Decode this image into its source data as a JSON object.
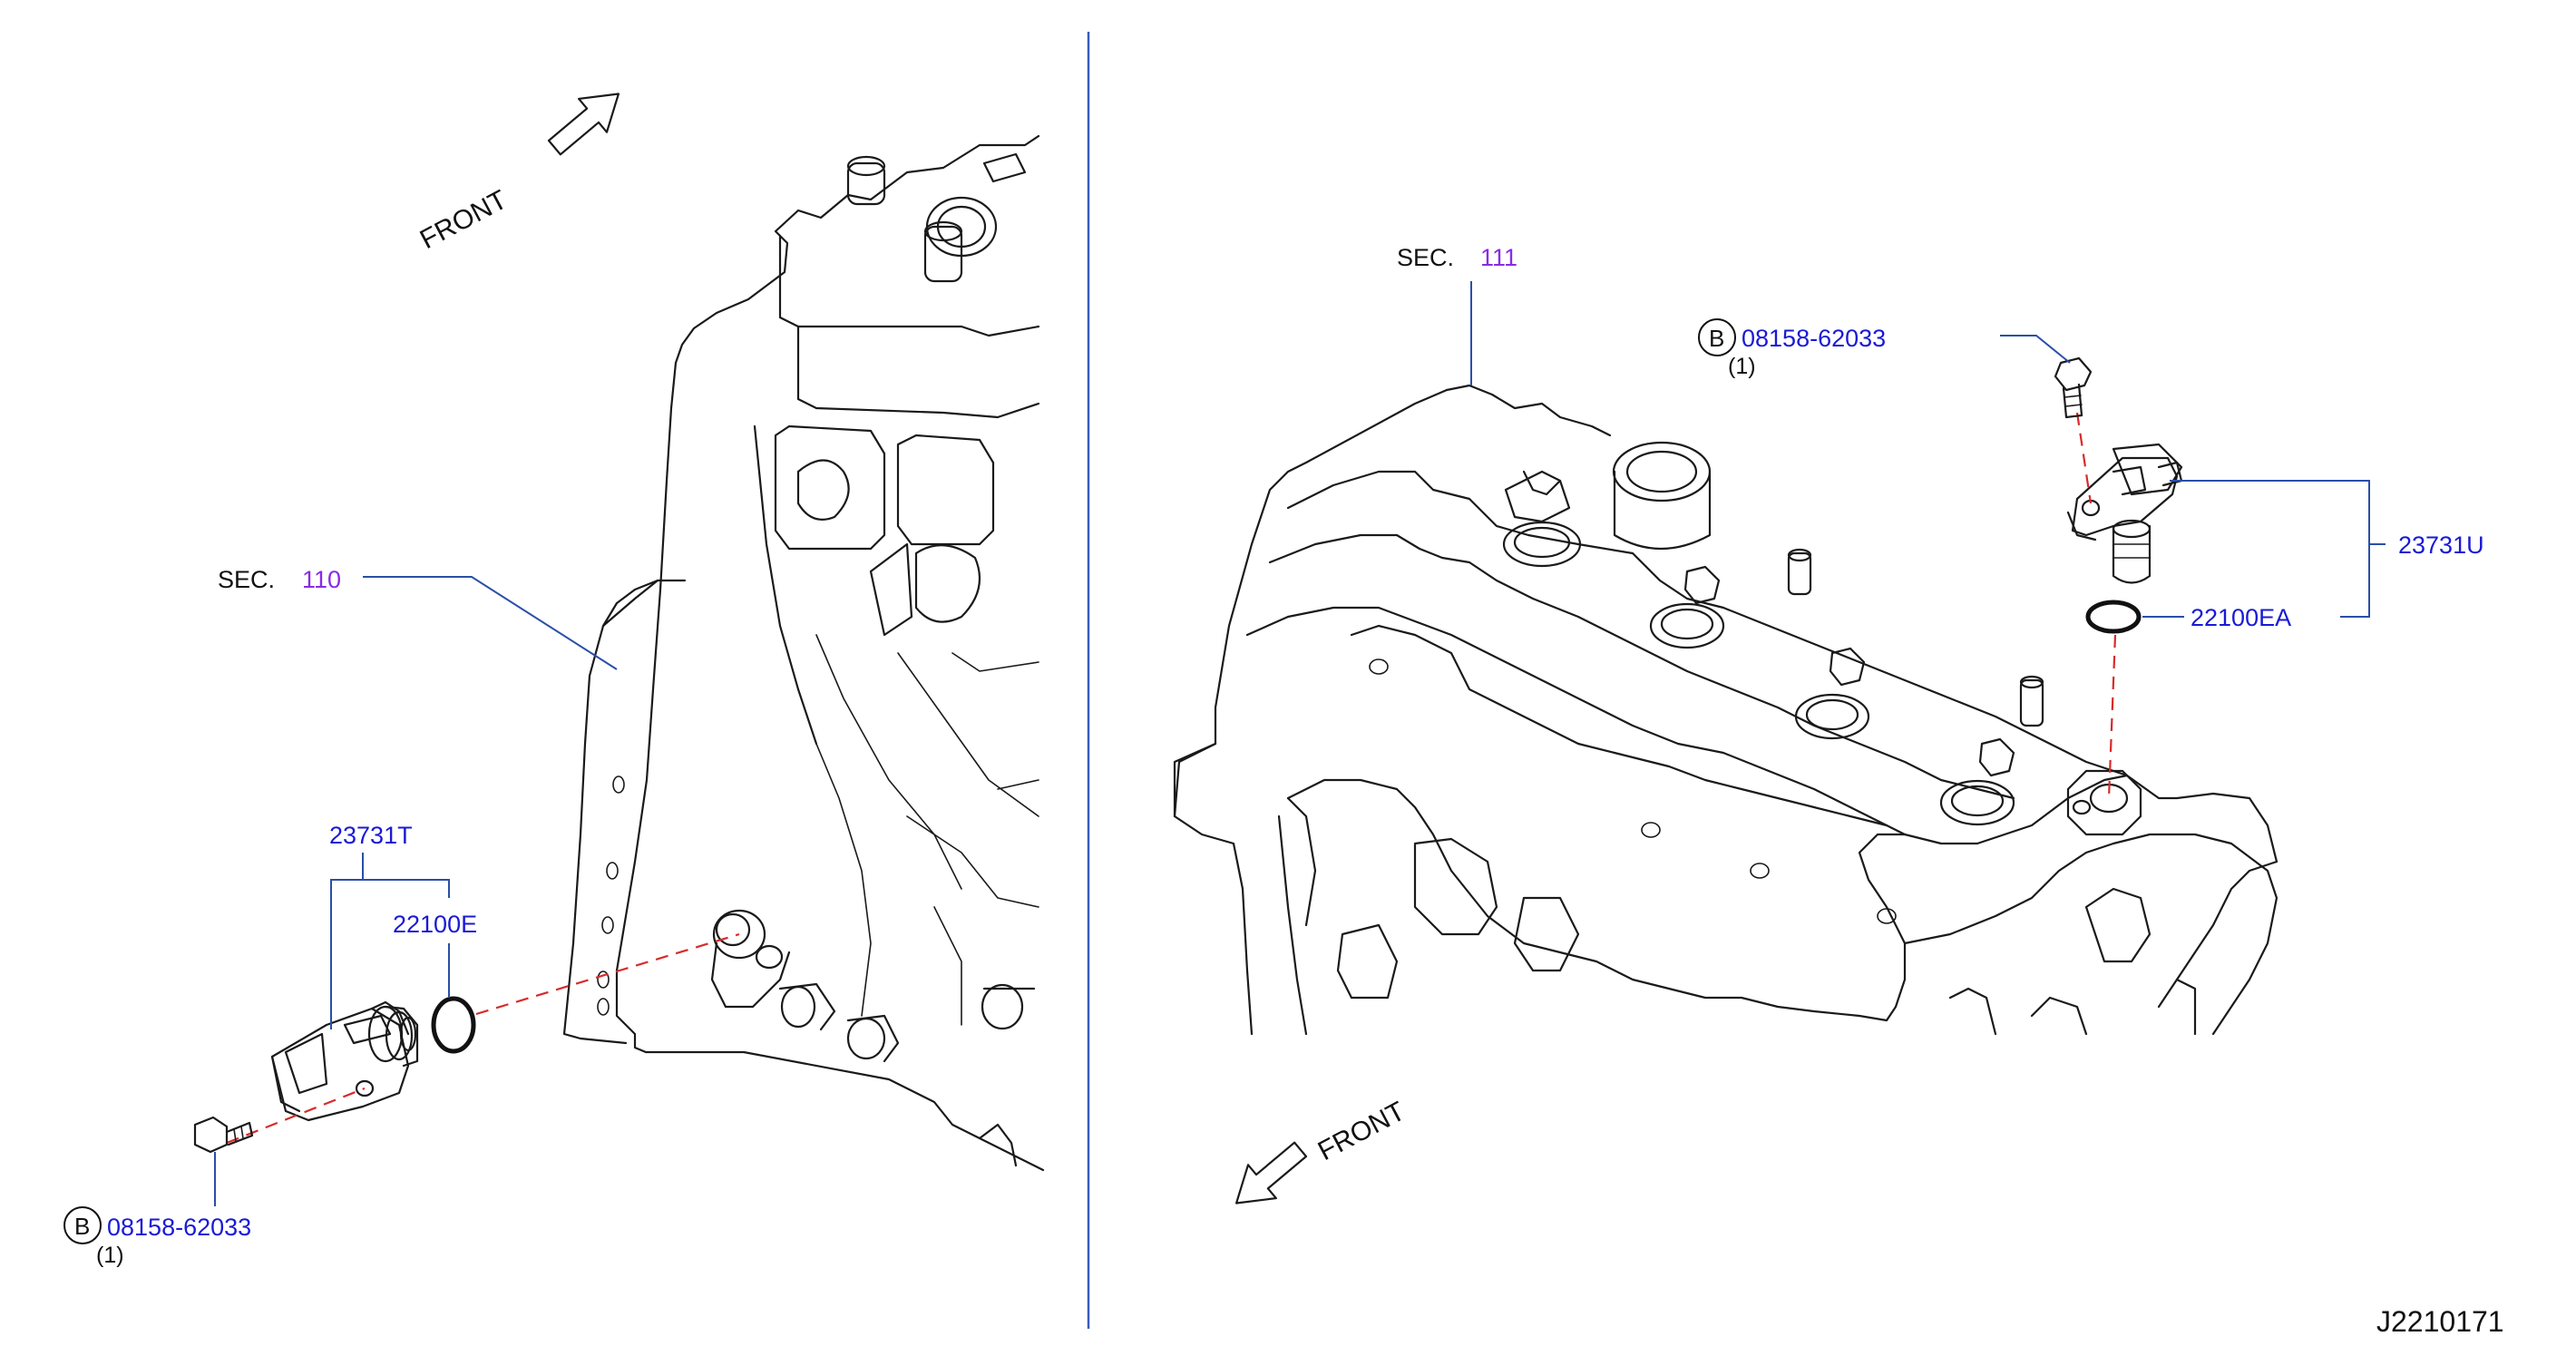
{
  "labels": {
    "front_left": "FRONT",
    "front_right": "FRONT",
    "sec_left_prefix": "SEC.",
    "sec_left_num": "110",
    "sec_right_prefix": "SEC.",
    "sec_right_num": "111",
    "part_23731T": "23731T",
    "part_22100E": "22100E",
    "part_23731U": "23731U",
    "part_22100EA": "22100EA",
    "bolt_left_circle": "B",
    "bolt_left_part": "08158-62033",
    "bolt_left_qty": "(1)",
    "bolt_right_circle": "B",
    "bolt_right_part": "08158-62033",
    "bolt_right_qty": "(1)",
    "diagram_id": "J2210171"
  },
  "colors": {
    "part_number": "#1a1ad6",
    "section_number": "#8a2be2",
    "leader_line": "#2a4fa8",
    "dashed_alignment": "#d62b2b",
    "divider": "#3a5bb8"
  },
  "icons": {
    "front_arrow_left": "arrow-up-right-icon",
    "front_arrow_right": "arrow-down-left-icon",
    "bolt_marker": "circle-b-icon"
  }
}
